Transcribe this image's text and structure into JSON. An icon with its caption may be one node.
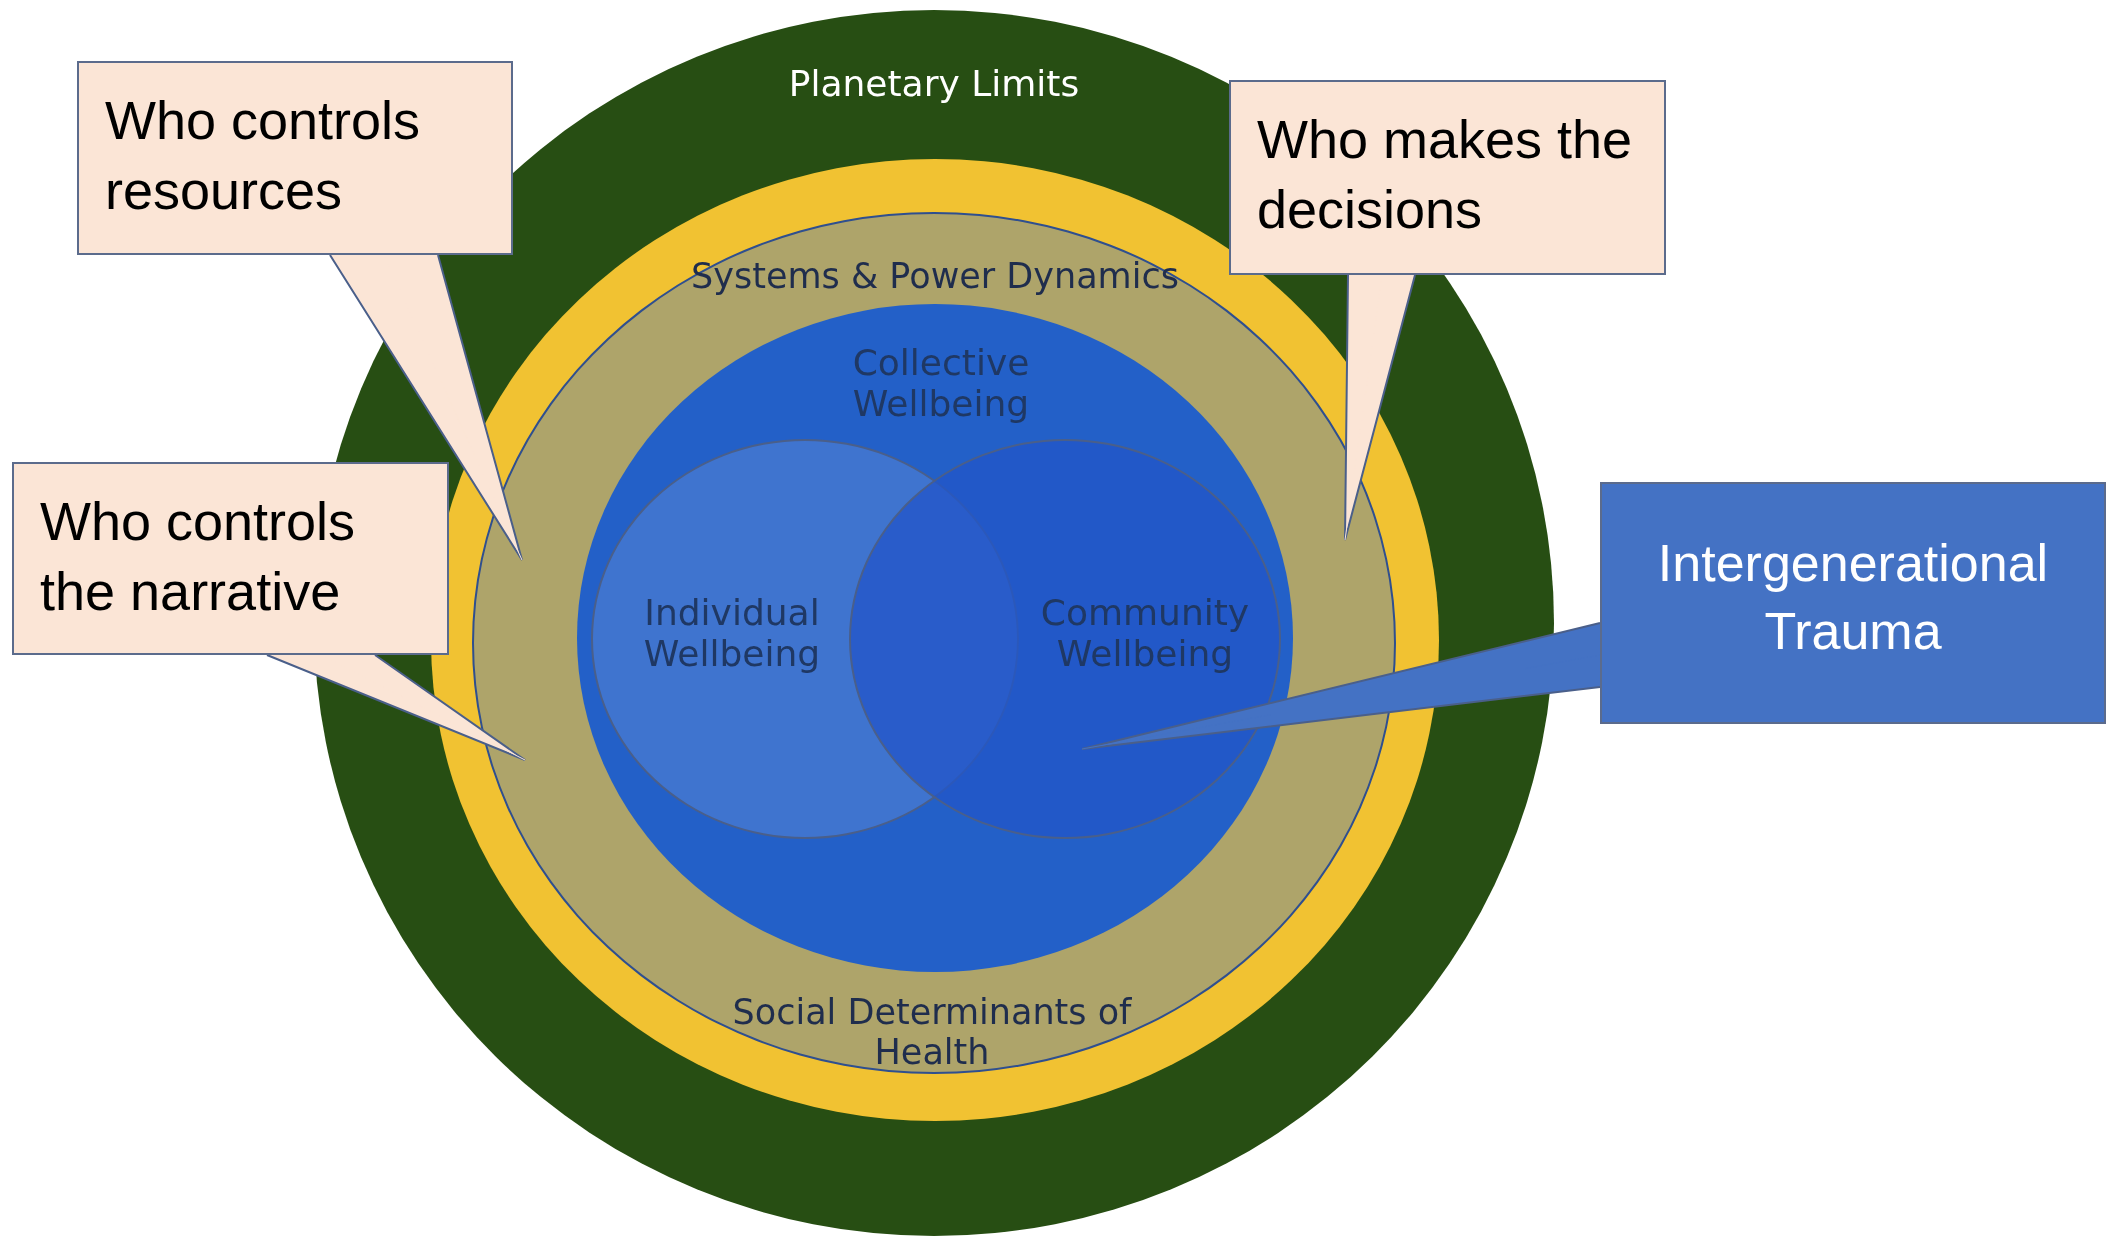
{
  "diagram": {
    "nodes": [
      {
        "text": [
          "Planetary Limits"
        ]
      },
      {
        "text": [],
        "shape": "circle",
        "in": 0
      },
      {
        "text": [
          "Systems & Power Dynamics",
          "Social Determinants of Health"
        ],
        "in": 1
      },
      {
        "text": [
          "Collective Wellbeing"
        ],
        "in": 2
      },
      {
        "text": [
          "Individual Wellbeing"
        ],
        "in": 3
      },
      {
        "text": [
          "Community Wellbeing"
        ],
        "in": 3
      },
      {
        "text": [
          "Who controls resources"
        ]
      },
      {
        "text": [
          "Who makes the decisions"
        ]
      },
      {
        "text": [
          "Who controls the narrative"
        ]
      },
      {
        "text": [
          "Intergenerational Trauma"
        ]
      }
    ],
    "edges": [
      {
        "from": 6,
        "to": 2,
        "arrow": "none"
      },
      {
        "from": 7,
        "to": 2,
        "arrow": "none"
      },
      {
        "from": 8,
        "to": 2,
        "arrow": "none"
      },
      {
        "from": 9,
        "to": 5,
        "arrow": "none",
        "color": "#4472c4"
      }
    ]
  }
}
